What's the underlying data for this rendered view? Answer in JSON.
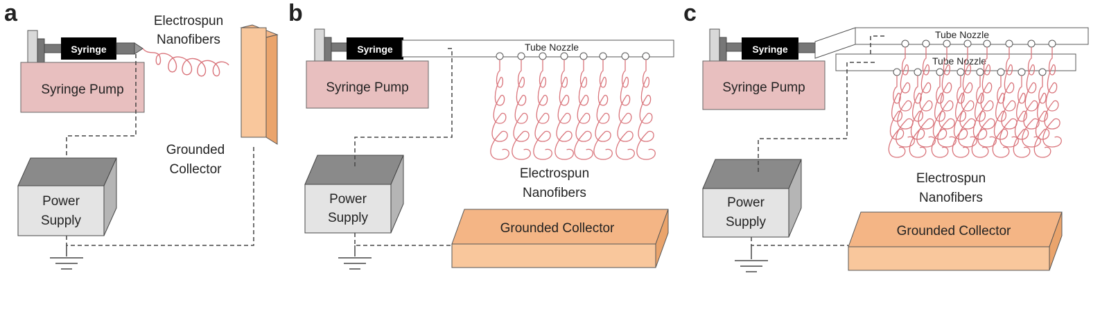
{
  "panels": [
    {
      "letter": "a",
      "syringe": "Syringe",
      "pump": "Syringe Pump",
      "power_line1": "Power",
      "power_line2": "Supply",
      "fibers_line1": "Electrospun",
      "fibers_line2": "Nanofibers",
      "collector_line1": "Grounded",
      "collector_line2": "Collector"
    },
    {
      "letter": "b",
      "syringe": "Syringe",
      "pump": "Syringe Pump",
      "power_line1": "Power",
      "power_line2": "Supply",
      "nozzle": "Tube Nozzle",
      "fibers_line1": "Electrospun",
      "fibers_line2": "Nanofibers",
      "collector": "Grounded Collector"
    },
    {
      "letter": "c",
      "syringe": "Syringe",
      "pump": "Syringe Pump",
      "power_line1": "Power",
      "power_line2": "Supply",
      "nozzle_top": "Tube Nozzle",
      "nozzle_bottom": "Tube Nozzle",
      "fibers_line1": "Electrospun",
      "fibers_line2": "Nanofibers",
      "collector": "Grounded Collector"
    }
  ],
  "colors": {
    "pump": "#e8bfbf",
    "collector": "#f9c79c",
    "power_front": "#e4e4e4",
    "power_top": "#8a8a8a",
    "fiber": "#d9737a",
    "syringe_body": "#000000"
  }
}
